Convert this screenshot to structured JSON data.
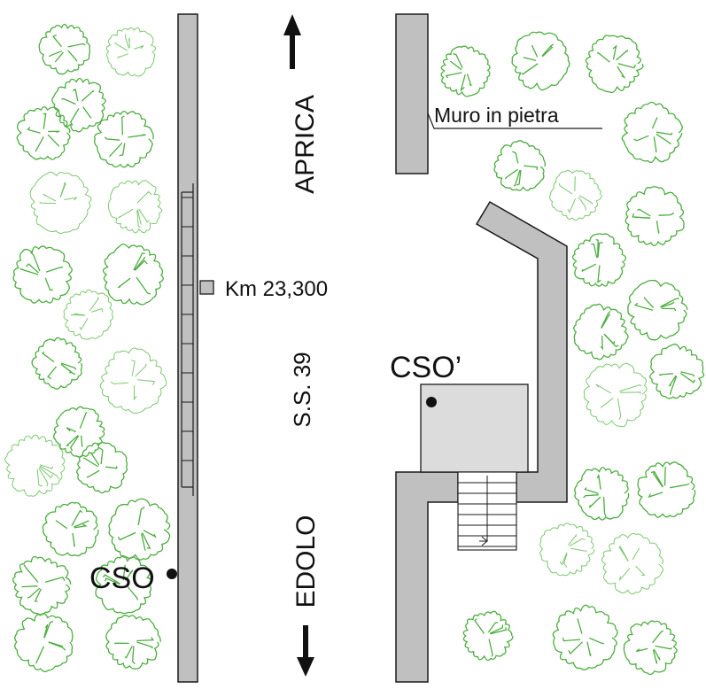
{
  "labels": {
    "north_direction": "APRICA",
    "south_direction": "EDOLO",
    "road_name": "S.S. 39",
    "kilometer_marker": "Km 23,300",
    "stone_wall": "Muro in pietra",
    "point_left": "CSO",
    "point_right": "CSO’"
  },
  "colors": {
    "tree_outline": "#4cae3f",
    "tree_outline_light": "#7cc86e",
    "wall_fill": "#c0c0c0",
    "building_fill": "#dcdcdc",
    "stroke": "#1a1a1a"
  },
  "icons": {
    "north": "arrow-up-icon",
    "south": "arrow-down-icon"
  }
}
